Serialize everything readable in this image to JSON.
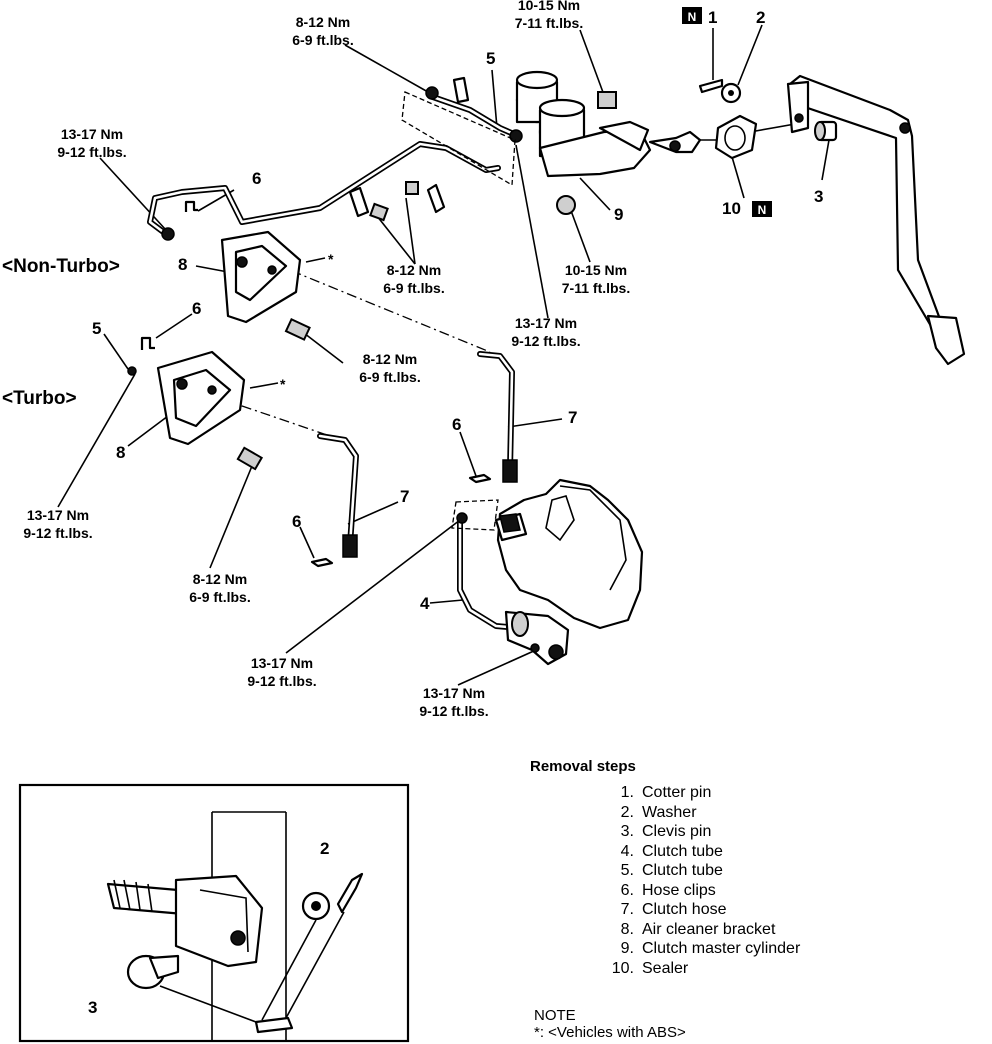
{
  "torque_labels": [
    {
      "nm": "8-12 Nm",
      "ftlbs": "6-9 ft.lbs."
    },
    {
      "nm": "10-15 Nm",
      "ftlbs": "7-11 ft.lbs."
    },
    {
      "nm": "13-17 Nm",
      "ftlbs": "9-12 ft.lbs."
    },
    {
      "nm": "8-12 Nm",
      "ftlbs": "6-9 ft.lbs."
    },
    {
      "nm": "10-15 Nm",
      "ftlbs": "7-11 ft.lbs."
    },
    {
      "nm": "13-17 Nm",
      "ftlbs": "9-12 ft.lbs."
    },
    {
      "nm": "8-12 Nm",
      "ftlbs": "6-9 ft.lbs."
    },
    {
      "nm": "13-17 Nm",
      "ftlbs": "9-12 ft.lbs."
    },
    {
      "nm": "8-12 Nm",
      "ftlbs": "6-9 ft.lbs."
    },
    {
      "nm": "13-17 Nm",
      "ftlbs": "9-12 ft.lbs."
    },
    {
      "nm": "13-17 Nm",
      "ftlbs": "9-12 ft.lbs."
    }
  ],
  "variant_labels": {
    "non_turbo": "<Non-Turbo>",
    "turbo": "<Turbo>"
  },
  "callouts": [
    "1",
    "2",
    "3",
    "4",
    "5",
    "5",
    "6",
    "6",
    "6",
    "6",
    "7",
    "7",
    "8",
    "8",
    "9",
    "10",
    "2",
    "3"
  ],
  "replace_marker": "N",
  "abs_marker": "*",
  "removal_steps": {
    "title": "Removal steps",
    "items": [
      {
        "num": "1.",
        "label": "Cotter pin"
      },
      {
        "num": "2.",
        "label": "Washer"
      },
      {
        "num": "3.",
        "label": "Clevis pin"
      },
      {
        "num": "4.",
        "label": "Clutch tube"
      },
      {
        "num": "5.",
        "label": "Clutch tube"
      },
      {
        "num": "6.",
        "label": "Hose clips"
      },
      {
        "num": "7.",
        "label": "Clutch hose"
      },
      {
        "num": "8.",
        "label": "Air cleaner bracket"
      },
      {
        "num": "9.",
        "label": "Clutch master cylinder"
      },
      {
        "num": "10.",
        "label": "Sealer"
      }
    ]
  },
  "note": {
    "title": "NOTE",
    "line": "*: <Vehicles with ABS>"
  }
}
